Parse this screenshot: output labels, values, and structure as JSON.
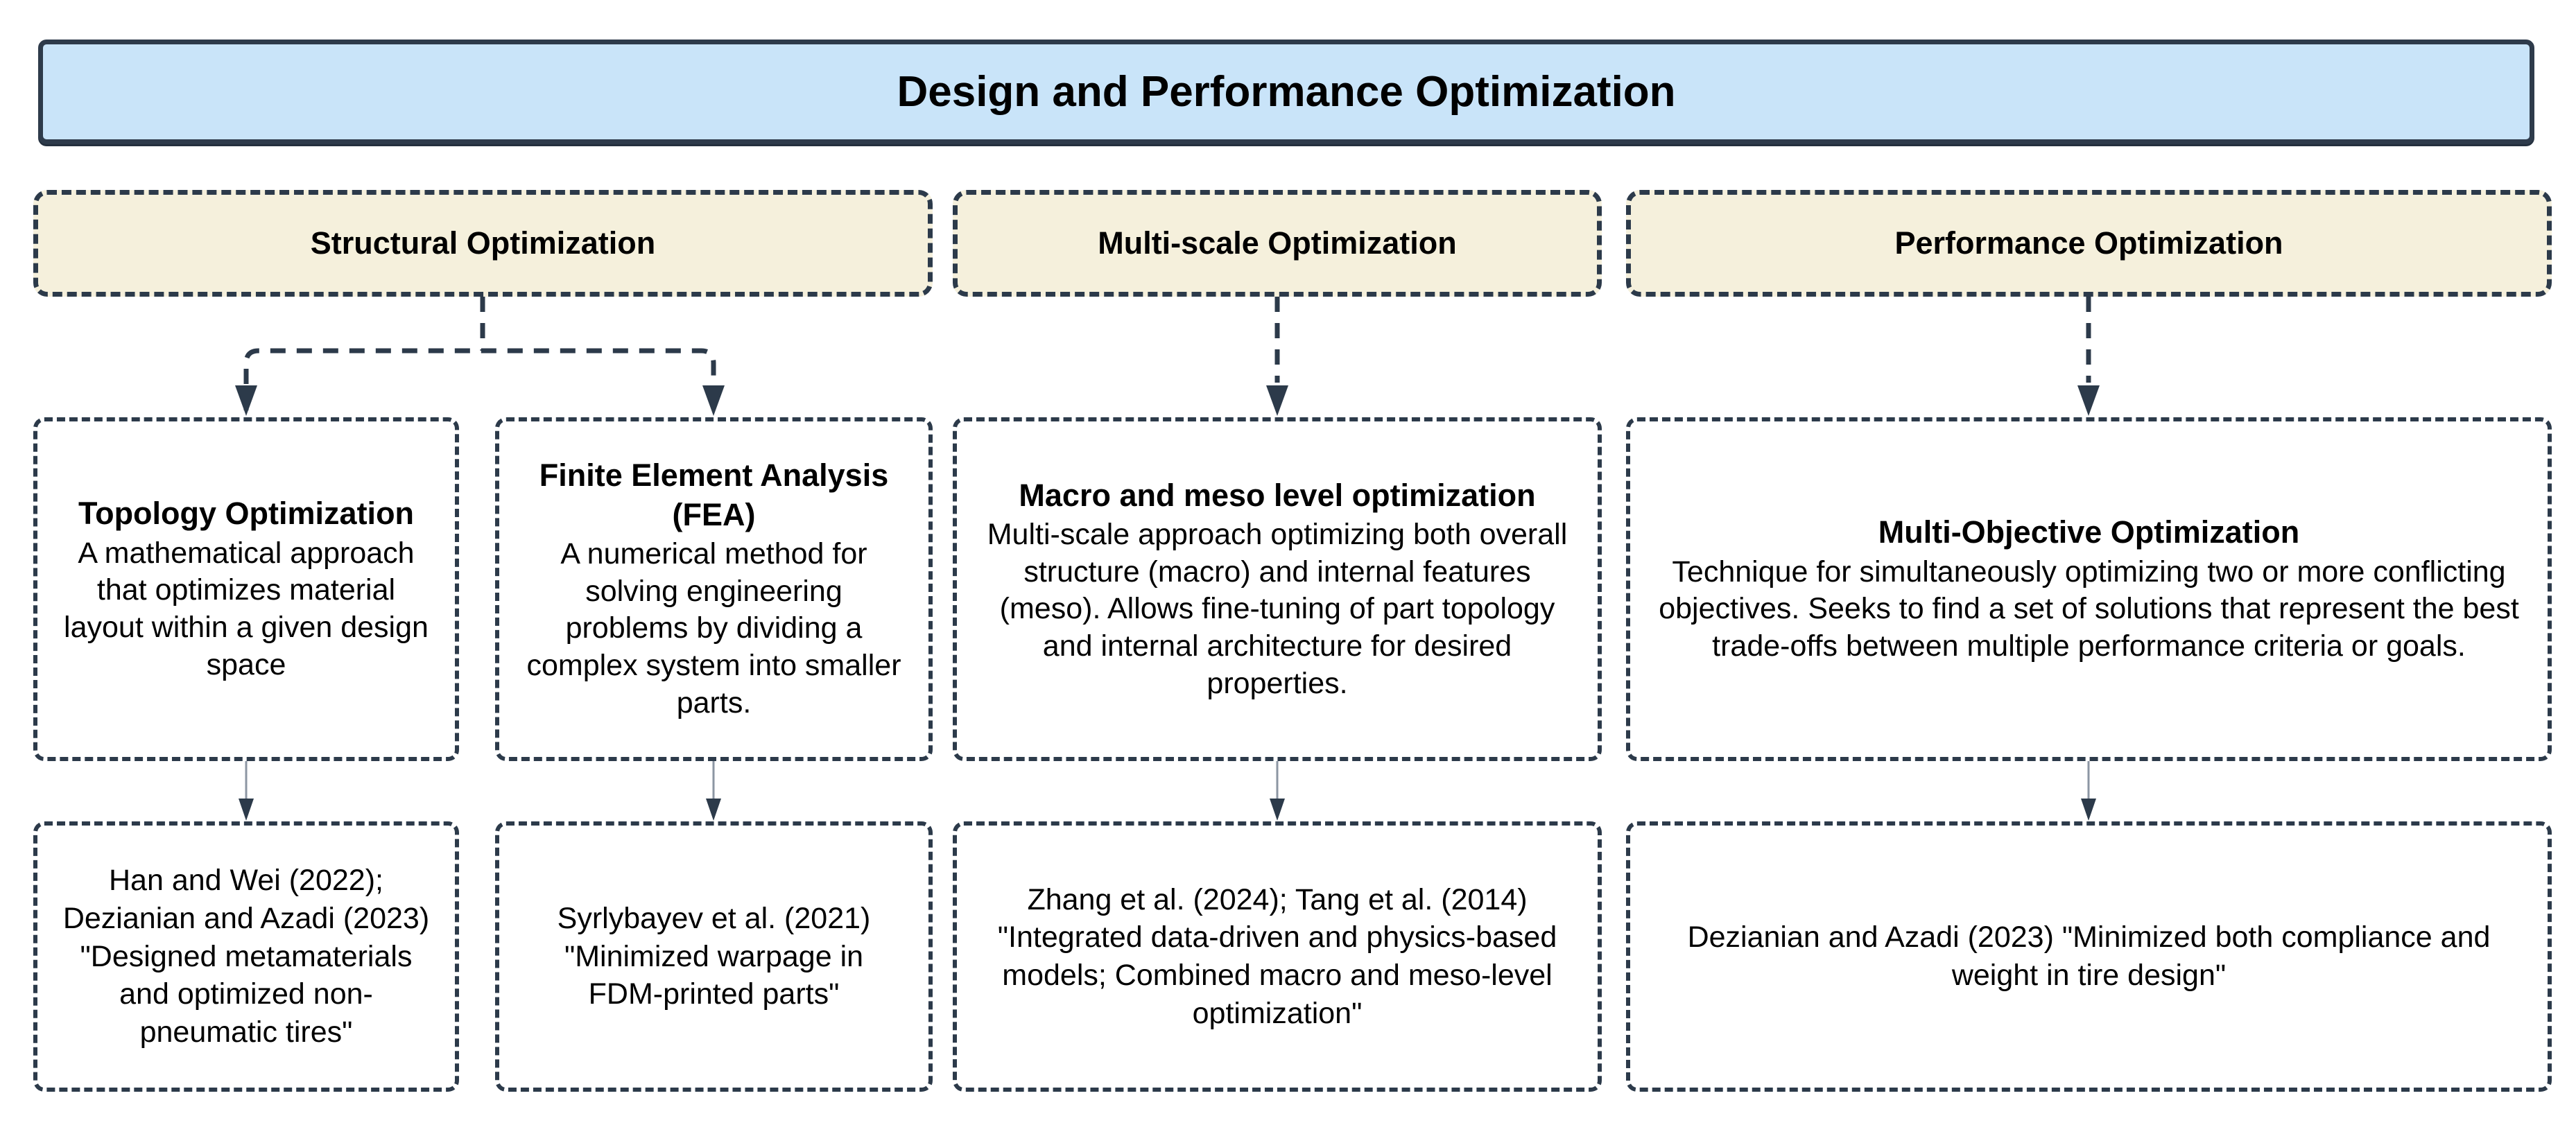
{
  "title": "Design and Performance Optimization",
  "colors": {
    "header_fill": "#C9E4F9",
    "category_fill": "#F5F0DC",
    "border_slate": "#2C3A4A",
    "connector_light": "#8C96A3",
    "background": "#FFFFFF",
    "text": "#000000"
  },
  "columns": [
    {
      "category": "Structural Optimization",
      "nodes": [
        {
          "title": "Topology Optimization",
          "body": "A mathematical approach that optimizes material layout within a given design space",
          "citation": "Han and Wei (2022); Dezianian and Azadi (2023) \"Designed metamaterials and optimized non-pneumatic tires\""
        },
        {
          "title": "Finite Element Analysis (FEA)",
          "body": "A numerical method for solving engineering problems by dividing a complex system into smaller parts.",
          "citation": "Syrlybayev et al. (2021) \"Minimized warpage in FDM-printed parts\""
        }
      ]
    },
    {
      "category": "Multi-scale Optimization",
      "nodes": [
        {
          "title": "Macro and meso level optimization",
          "body": "Multi-scale approach optimizing both overall structure (macro) and internal features (meso). Allows fine-tuning of part topology and internal architecture for desired properties.",
          "citation": "Zhang et al. (2024); Tang et al. (2014) \"Integrated data-driven and physics-based models; Combined macro and meso-level optimization\""
        }
      ]
    },
    {
      "category": "Performance Optimization",
      "nodes": [
        {
          "title": "Multi-Objective Optimization",
          "body": "Technique for simultaneously optimizing two or more conflicting objectives. Seeks to find a set of solutions that represent the best trade-offs between multiple performance criteria or goals.",
          "citation": "Dezianian and Azadi (2023) \"Minimized both compliance and weight in tire design\""
        }
      ]
    }
  ]
}
